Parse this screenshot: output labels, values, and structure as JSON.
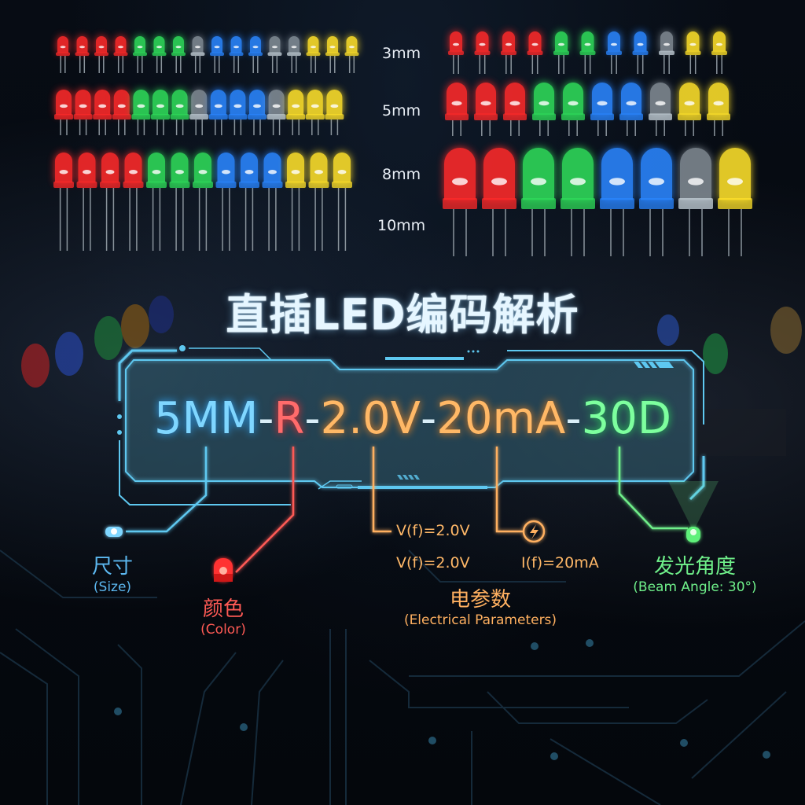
{
  "title": "直插LED编码解析",
  "led_rows": [
    {
      "size": "3mm",
      "left_colors": [
        "red",
        "red",
        "red",
        "red",
        "green",
        "green",
        "green",
        "white",
        "blue",
        "blue",
        "blue",
        "white",
        "white",
        "yellow",
        "yellow",
        "yellow"
      ],
      "right_colors": [
        "red",
        "red",
        "red",
        "red",
        "green",
        "green",
        "blue",
        "blue",
        "white",
        "yellow",
        "yellow"
      ]
    },
    {
      "size": "5mm",
      "left_colors": [
        "red",
        "red",
        "red",
        "red",
        "green",
        "green",
        "green",
        "white",
        "blue",
        "blue",
        "blue",
        "white",
        "yellow",
        "yellow",
        "yellow"
      ],
      "right_colors": [
        "red",
        "red",
        "red",
        "green",
        "green",
        "blue",
        "blue",
        "white",
        "yellow",
        "yellow"
      ]
    },
    {
      "size": "8mm",
      "left_colors": [
        "red",
        "red",
        "red",
        "red",
        "green",
        "green",
        "green",
        "blue",
        "blue",
        "blue",
        "yellow",
        "yellow",
        "yellow"
      ]
    },
    {
      "size": "10mm",
      "right_colors": [
        "red",
        "red",
        "green",
        "green",
        "blue",
        "blue",
        "white",
        "yellow"
      ]
    }
  ],
  "code": {
    "size": "5MM",
    "color": "R",
    "voltage": "2.0V",
    "current": "20mA",
    "angle": "30D",
    "separator": "-"
  },
  "labels": {
    "size": {
      "zh": "尺寸",
      "en": "(Size)"
    },
    "color": {
      "zh": "颜色",
      "en": "(Color)"
    },
    "electrical": {
      "zh": "电参数",
      "en": "(Electrical Parameters)",
      "vf_line": "V(f)=2.0V",
      "vf": "V(f)=2.0V",
      "if": "I(f)=20mA"
    },
    "angle": {
      "zh": "发光角度",
      "en": "(Beam Angle: 30°)"
    }
  },
  "colors": {
    "size": "#7fd6ff",
    "color": "#ff6b6b",
    "electrical": "#ffb866",
    "angle": "#7dff9e",
    "panel_border": "#5ec8f0"
  },
  "icons": [
    "lightning-bolt-icon"
  ]
}
